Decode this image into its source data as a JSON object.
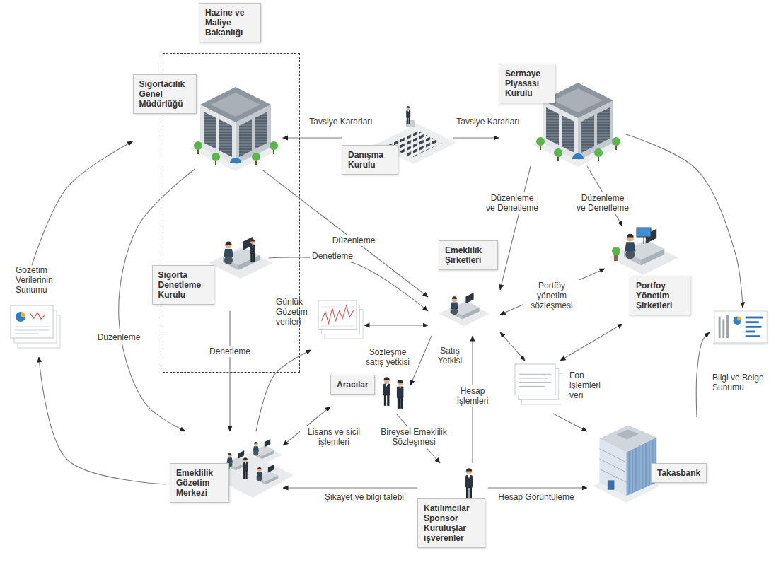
{
  "diagram": {
    "nodes": [
      {
        "text": [
          "Hazine ve Maliye Bakanlığı"
        ]
      },
      {
        "text": [
          "Sigortacılık Genel Müdürlüğü"
        ],
        "in": 0
      },
      {
        "text": [
          "Sigorta Denetleme Kurulu"
        ],
        "in": 0
      },
      {
        "text": [
          "Danışma Kurulu"
        ]
      },
      {
        "text": [
          "Sermaye Piyasası Kurulu"
        ]
      },
      {
        "text": [
          "Emeklilik Şirketleri"
        ]
      },
      {
        "text": [
          "Portfoy Yönetim Şirketleri"
        ]
      },
      {
        "text": [
          "Gözetim Verilerinin Sunumu"
        ]
      },
      {
        "text": [
          "Günlük Gözetim verileri"
        ]
      },
      {
        "text": [
          "Aracılar"
        ]
      },
      {
        "text": [
          "Fon işlemleri veri"
        ]
      },
      {
        "text": [
          "Bilgi ve Belge Sunumu"
        ]
      },
      {
        "text": [
          "Emeklilik Gözetim Merkezi"
        ]
      },
      {
        "text": [
          "Katılımcılar Sponsor Kuruluşlar işverenler"
        ]
      },
      {
        "text": [
          "Takasbank"
        ]
      }
    ],
    "edges": [
      {
        "from": 3,
        "to": 1,
        "label": "Tavsiye Kararları",
        "arrow": "to"
      },
      {
        "from": 3,
        "to": 4,
        "label": "Tavsiye Kararları",
        "arrow": "to"
      },
      {
        "from": 1,
        "to": 5,
        "label": "Düzenleme",
        "arrow": "to"
      },
      {
        "from": 2,
        "to": 5,
        "label": "Denetleme",
        "arrow": "to"
      },
      {
        "from": 4,
        "to": 5,
        "label": "Düzenleme ve Denetleme",
        "arrow": "to"
      },
      {
        "from": 4,
        "to": 6,
        "label": "Düzenleme ve Denetleme",
        "arrow": "to"
      },
      {
        "from": 6,
        "to": 5,
        "label": "Portföy yönetim sözleşmesi",
        "arrow": "both"
      },
      {
        "from": 1,
        "to": 12,
        "label": "Düzenleme",
        "arrow": "to"
      },
      {
        "from": 2,
        "to": 12,
        "label": "Denetleme",
        "arrow": "to"
      },
      {
        "from": 12,
        "to": 7,
        "arrow": "to"
      },
      {
        "from": 7,
        "to": 1,
        "arrow": "to"
      },
      {
        "from": 8,
        "to": 5,
        "arrow": "both"
      },
      {
        "from": 12,
        "to": 8,
        "arrow": "to"
      },
      {
        "from": 5,
        "to": 9,
        "label": "Sözleşme satış yetkisi",
        "arrow": "to"
      },
      {
        "from": 13,
        "to": 5,
        "label": "Hesap İşlemleri",
        "arrow": "to"
      },
      {
        "from": 9,
        "to": 13,
        "label": "Bireysel Emeklilik Sözleşmesi",
        "arrow": "to"
      },
      {
        "from": 12,
        "to": 9,
        "label": "Lisans ve sicil işlemleri",
        "arrow": "both"
      },
      {
        "from": 13,
        "to": 12,
        "label": "Şikayet ve bilgi talebi",
        "arrow": "to"
      },
      {
        "from": 13,
        "to": 14,
        "label": "Hesap Görüntüleme",
        "arrow": "to"
      },
      {
        "from": 5,
        "to": 10,
        "arrow": "both"
      },
      {
        "from": 6,
        "to": 10,
        "arrow": "both"
      },
      {
        "from": 10,
        "to": 14,
        "arrow": "to"
      },
      {
        "from": 14,
        "to": 11,
        "arrow": "to"
      },
      {
        "from": 4,
        "to": 11,
        "arrow": "to"
      }
    ],
    "labels": [
      "Satış Yetkisi"
    ]
  }
}
